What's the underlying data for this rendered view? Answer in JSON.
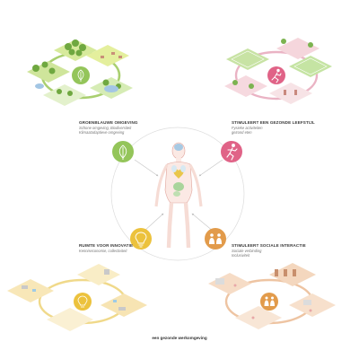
{
  "colors": {
    "green": "#94c55a",
    "pink": "#e06387",
    "yellow": "#ecc23d",
    "orange": "#e29b4b",
    "circle_line": "#d9d9d9",
    "arrow": "#bdbdbd"
  },
  "quadrants": {
    "green": {
      "title": "GROENBLAUWE OMGEVING",
      "line1": "Schone omgeving, Biodiversiteit",
      "line2": "Klimaatadaptieve omgeving",
      "icon": "leaf-icon"
    },
    "pink": {
      "title": "STIMULEERT EEN GEZONDE LEEFSTIJL",
      "line1": "Fysieke activiteiten",
      "line2": "gezond eten",
      "icon": "running-person-icon"
    },
    "yellow": {
      "title": "RUIMTE VOOR INNOVATIE",
      "line1": "Kenniseconomie, collectiviteit",
      "icon": "lightbulb-icon"
    },
    "orange": {
      "title": "STIMULEERT SOCIALE INTERACTIE",
      "line1": "Sociale verbinding",
      "line2": "Inclusiviteit",
      "icon": "people-icon"
    }
  },
  "center_figure": "human-body-icon",
  "footer": "een gezonde werkomgeving"
}
